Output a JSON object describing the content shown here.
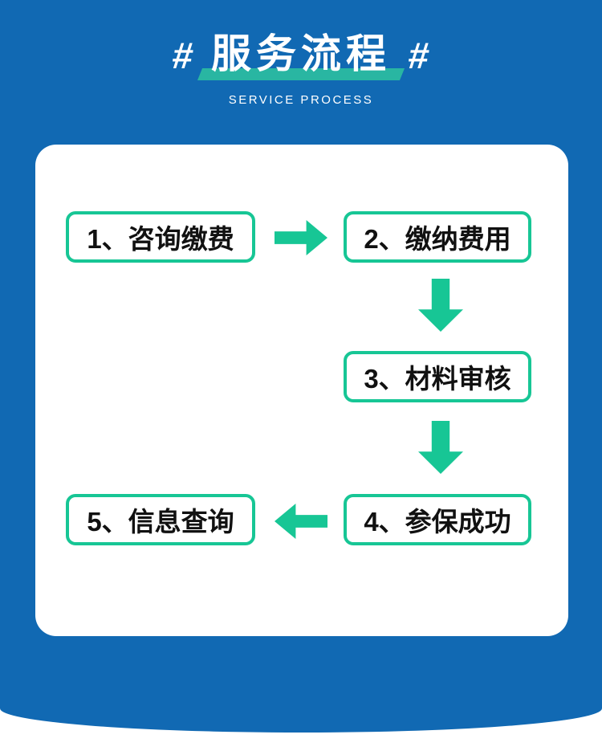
{
  "header": {
    "hash_left": "#",
    "hash_right": "#",
    "title": "服务流程",
    "subtitle": "SERVICE PROCESS"
  },
  "flow": {
    "steps": [
      {
        "id": 1,
        "label": "1、咨询缴费"
      },
      {
        "id": 2,
        "label": "2、缴纳费用"
      },
      {
        "id": 3,
        "label": "3、材料审核"
      },
      {
        "id": 4,
        "label": "4、参保成功"
      },
      {
        "id": 5,
        "label": "5、信息查询"
      }
    ],
    "arrows": [
      {
        "from": 1,
        "to": 2,
        "direction": "right"
      },
      {
        "from": 2,
        "to": 3,
        "direction": "down"
      },
      {
        "from": 3,
        "to": 4,
        "direction": "down"
      },
      {
        "from": 4,
        "to": 5,
        "direction": "left"
      }
    ]
  },
  "colors": {
    "background_blue": "#1169b3",
    "accent_green": "#17c695",
    "title_band_teal": "#29b6a2",
    "card_background": "#ffffff",
    "title_text": "#ffffff",
    "step_text": "#111111"
  }
}
